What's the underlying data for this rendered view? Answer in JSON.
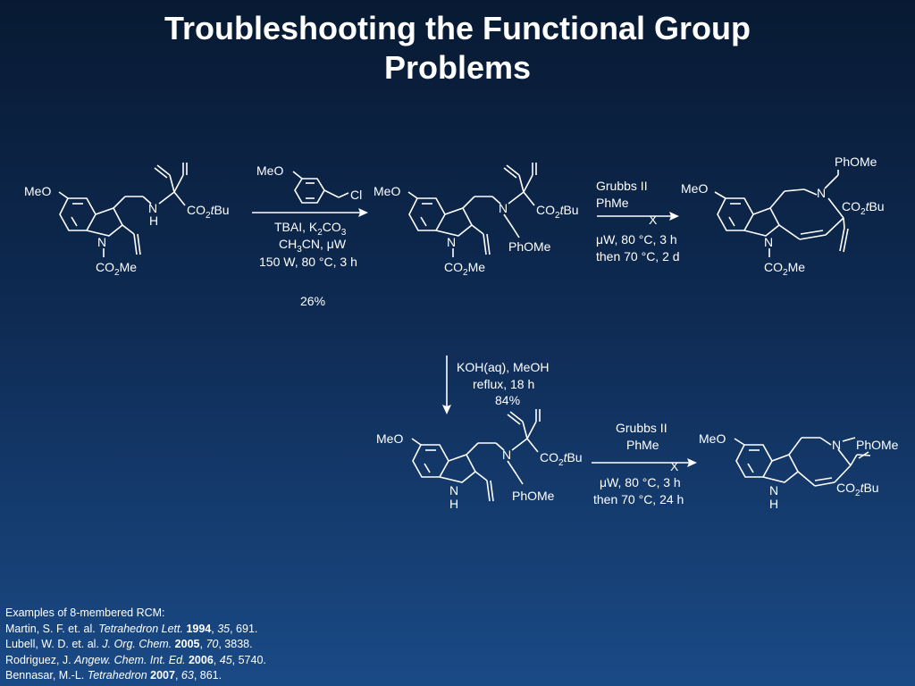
{
  "title": {
    "line1": "Troubleshooting the Functional Group",
    "line2": "Problems"
  },
  "labels": {
    "meo": "MeO",
    "n": "N",
    "h": "H",
    "co2": "CO",
    "sub2": "2",
    "tbu": "tBu",
    "me": "Me",
    "phome": "PhOMe",
    "cl": "Cl",
    "x_mark": "X"
  },
  "step1": {
    "line1_a": "TBAI, K",
    "line1_b": "2",
    "line1_c": "CO",
    "line1_d": "3",
    "line2_a": "CH",
    "line2_b": "3",
    "line2_c": "CN, μW",
    "line3": "150 W, 80 °C, 3 h",
    "yield": "26%"
  },
  "step2": {
    "line1": "Grubbs II",
    "line2": "PhMe",
    "line3": "μW, 80 °C, 3 h",
    "line4": "then 70 °C, 2 d"
  },
  "step3": {
    "line1": "KOH(aq), MeOH",
    "line2": "reflux, 18 h",
    "line3": "84%"
  },
  "step4": {
    "line1": "Grubbs II",
    "line2": "PhMe",
    "line3": "μW, 80 °C, 3 h",
    "line4": "then 70 °C, 24 h"
  },
  "refs": {
    "header": "Examples of 8-membered RCM:",
    "r1": {
      "authors": "Martin, S. F. et. al. ",
      "journal": "Tetrahedron Lett.",
      "year": "1994",
      "vol": "35",
      "pages": ", 691."
    },
    "r2": {
      "authors": "Lubell, W. D. et. al. ",
      "journal": "J. Org. Chem.",
      "year": "2005",
      "vol": "70",
      "pages": ", 3838."
    },
    "r3": {
      "authors": "Rodriguez, J. ",
      "journal": "Angew. Chem. Int. Ed.",
      "year": "2006",
      "vol": "45",
      "pages": ", 5740."
    },
    "r4": {
      "authors": "Bennasar, M.-L. ",
      "journal": "Tetrahedron",
      "year": "2007",
      "vol": "63",
      "pages": ", 861."
    }
  }
}
